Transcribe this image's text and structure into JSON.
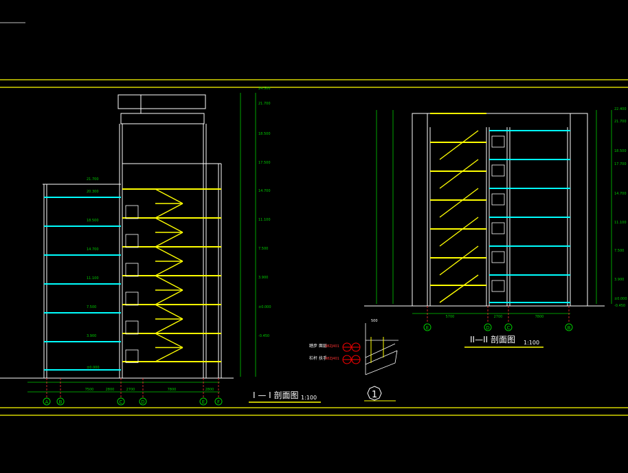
{
  "drawing": {
    "colors": {
      "background": "#000000",
      "frame": "#ffff00",
      "wall": "#ffffff",
      "stair": "#ffff00",
      "slab": "#00ffff",
      "dimension": "#00cc00",
      "axis": "#ff3333",
      "marker": "#ff0000"
    },
    "section_1": {
      "title": "I — I 剖面图",
      "scale": "1:100",
      "axes": [
        "A",
        "B",
        "C",
        "D",
        "E",
        "F"
      ],
      "bottom_dims": [
        "7500",
        "2800",
        "2700",
        "7800",
        "2800"
      ],
      "levels": [
        "24.500",
        "21.700",
        "18.500",
        "17.500",
        "14.700",
        "11.100",
        "7.500",
        "3.900",
        "±0.000",
        "-0.450"
      ],
      "left_levels": [
        "21.700",
        "20.300",
        "18.500",
        "14.700",
        "11.100",
        "7.500",
        "3.900",
        "±0.000"
      ]
    },
    "section_2": {
      "title": "II—II 剖面图",
      "scale": "1:100",
      "axes": [
        "E",
        "D",
        "C",
        "B"
      ],
      "bottom_dims": [
        "5700",
        "2700",
        "7800"
      ],
      "levels": [
        "22.400",
        "21.700",
        "18.500",
        "17.700",
        "14.700",
        "11.100",
        "7.500",
        "3.900",
        "±0.000",
        "-0.450"
      ]
    },
    "detail": {
      "number": "1",
      "row1": "踏步 面层",
      "row2": "栏杆 扶手",
      "ref1": "98ZJ401",
      "ref2": "98ZJ401",
      "dim": "500"
    }
  }
}
